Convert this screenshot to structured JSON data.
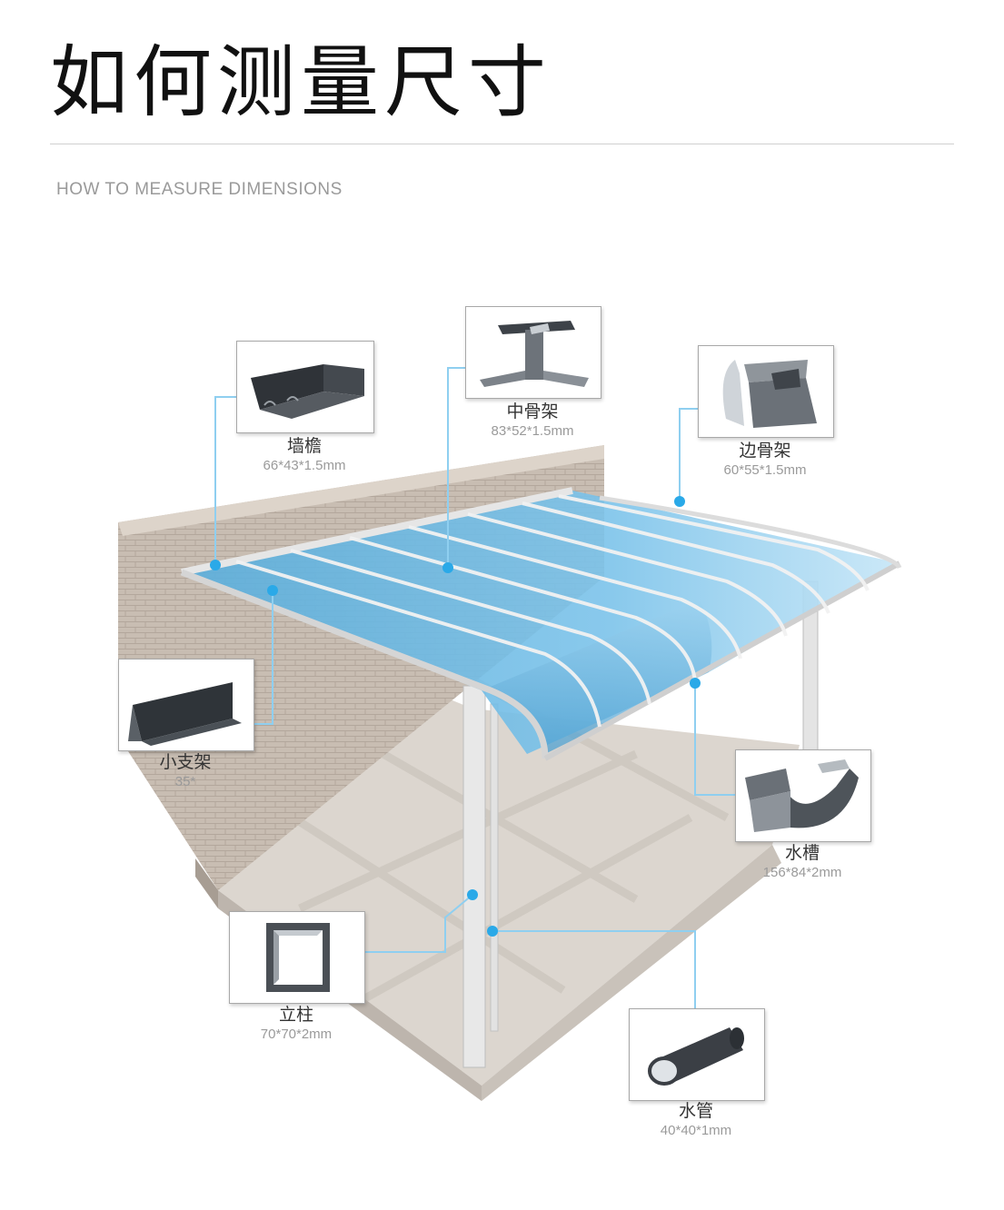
{
  "header": {
    "title": "如何测量尺寸",
    "subtitle": "HOW TO MEASURE DIMENSIONS"
  },
  "components": [
    {
      "id": "wall-gutter",
      "name": "墙檐",
      "spec": "66*43*1.5mm",
      "icon": "wall-gutter-profile"
    },
    {
      "id": "middle-frame",
      "name": "中骨架",
      "spec": "83*52*1.5mm",
      "icon": "middle-frame-profile"
    },
    {
      "id": "side-frame",
      "name": "边骨架",
      "spec": "60*55*1.5mm",
      "icon": "side-frame-profile"
    },
    {
      "id": "small-bracket",
      "name": "小支架",
      "spec": "35*",
      "icon": "small-bracket-profile"
    },
    {
      "id": "gutter",
      "name": "水槽",
      "spec": "156*84*2mm",
      "icon": "gutter-profile"
    },
    {
      "id": "post",
      "name": "立柱",
      "spec": "70*70*2mm",
      "icon": "square-post-profile"
    },
    {
      "id": "downpipe",
      "name": "水管",
      "spec": "40*40*1mm",
      "icon": "round-pipe-profile"
    }
  ],
  "colors": {
    "roof": "#5fb4e2",
    "roof_light": "#bfe3f6",
    "frame": "#d8d8d8",
    "wall": "#c9beb3",
    "floor": "#d9d3cc",
    "callout": "#8fcff0",
    "dot": "#2aa9e8",
    "profile": "#3a3e44"
  }
}
